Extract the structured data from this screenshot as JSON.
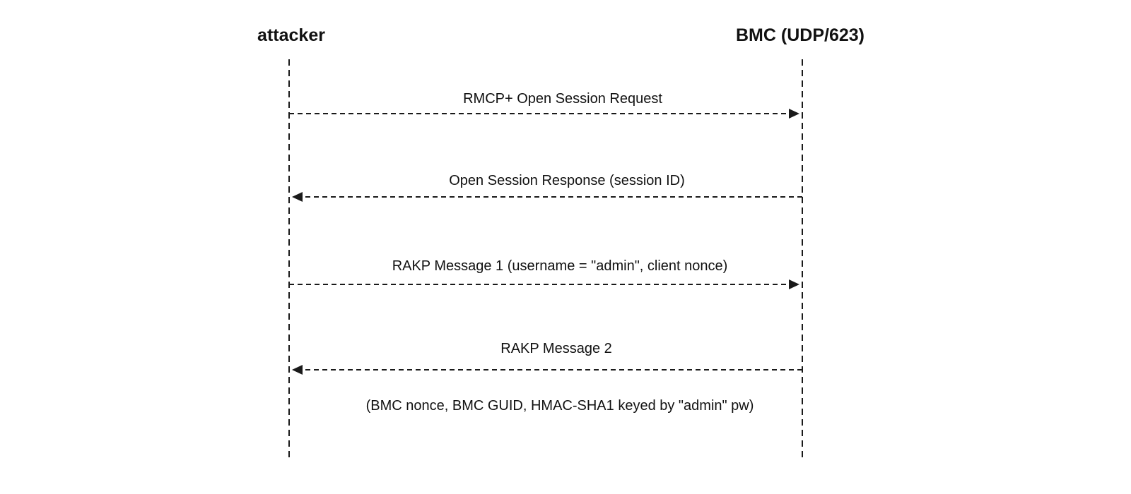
{
  "participants": {
    "left": "attacker",
    "right": "BMC (UDP/623)"
  },
  "messages": [
    {
      "label": "RMCP+ Open Session Request",
      "direction": "attacker-to-bmc"
    },
    {
      "label": "Open Session Response (session ID)",
      "direction": "bmc-to-attacker"
    },
    {
      "label": "RAKP Message 1 (username = \"admin\", client nonce)",
      "direction": "attacker-to-bmc"
    },
    {
      "label": "RAKP Message 2",
      "direction": "bmc-to-attacker"
    }
  ],
  "note": "(BMC nonce, BMC GUID, HMAC-SHA1 keyed by \"admin\" pw)",
  "colors": {
    "line": "#1a1a1a",
    "text": "#111111",
    "background": "#ffffff"
  }
}
